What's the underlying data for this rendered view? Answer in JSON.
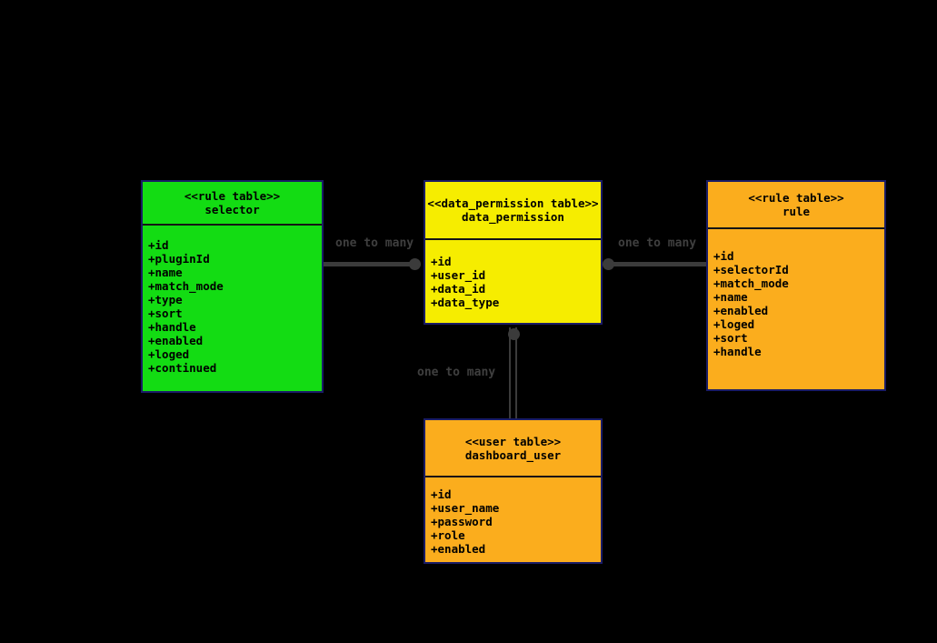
{
  "diagram": {
    "background_color": "#000000",
    "border_color": "#1a1c66",
    "connector_color": "#3b3b3b",
    "label_color": "#3f3f3f",
    "tables": [
      {
        "id": "selector",
        "stereotype": "<<rule table>>",
        "name": "selector",
        "fill_color": "#13dc13",
        "fields": [
          "+id",
          "+pluginId",
          "+name",
          "+match_mode",
          "+type",
          "+sort",
          "+handle",
          "+enabled",
          "+loged",
          "+continued"
        ]
      },
      {
        "id": "data_permission",
        "stereotype": "<<data_permission table>>",
        "name": "data_permission",
        "fill_color": "#f6ed00",
        "fields": [
          "+id",
          "+user_id",
          "+data_id",
          "+data_type"
        ]
      },
      {
        "id": "rule",
        "stereotype": "<<rule table>>",
        "name": "rule",
        "fill_color": "#fbad1d",
        "fields": [
          "+id",
          "+selectorId",
          "+match_mode",
          "+name",
          "+enabled",
          "+loged",
          "+sort",
          "+handle"
        ]
      },
      {
        "id": "dashboard_user",
        "stereotype": "<<user table>>",
        "name": "dashboard_user",
        "fill_color": "#fbad1d",
        "fields": [
          "+id",
          "+user_name",
          "+password",
          "+role",
          "+enabled"
        ]
      }
    ],
    "relationships": [
      {
        "from": "selector",
        "to": "data_permission",
        "label": "one to many"
      },
      {
        "from": "data_permission",
        "to": "rule",
        "label": "one to many"
      },
      {
        "from": "data_permission",
        "to": "dashboard_user",
        "label": "one to many"
      }
    ]
  }
}
